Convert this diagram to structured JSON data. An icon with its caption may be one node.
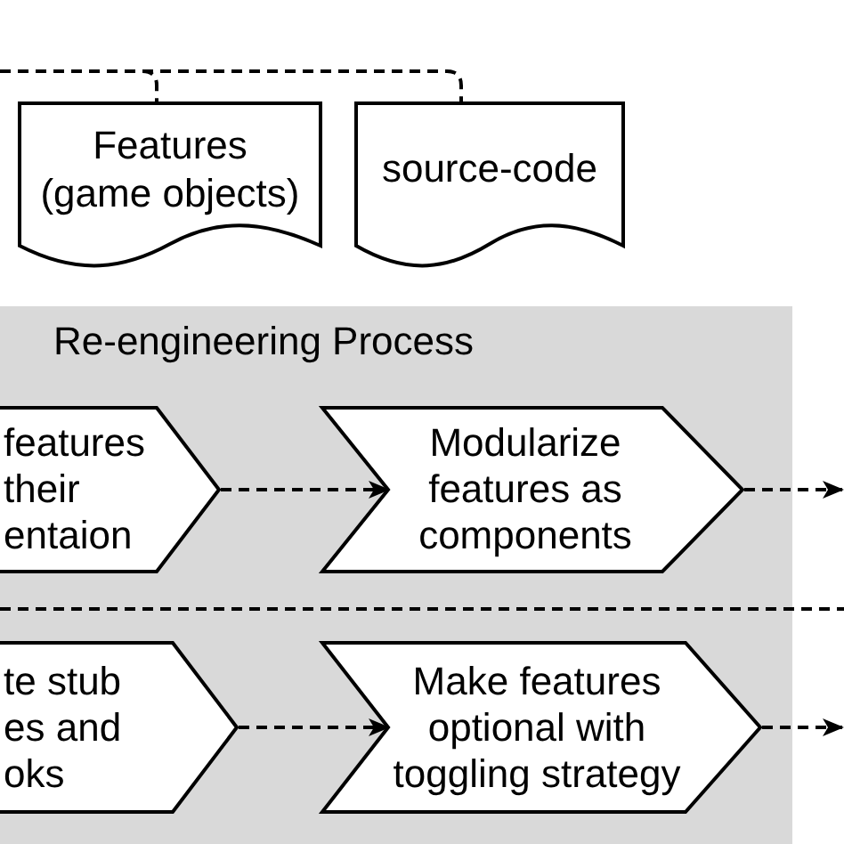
{
  "diagram": {
    "nodes": [
      {
        "text": [
          "Features (game objects)"
        ]
      },
      {
        "text": [
          "source-code"
        ]
      },
      {
        "text": [
          "Re-engineering Process"
        ]
      },
      {
        "text": [
          "features their entaion"
        ],
        "in": 2
      },
      {
        "text": [
          "Modularize features as components"
        ],
        "in": 2
      },
      {
        "text": [
          "te stub es and oks"
        ],
        "in": 2
      },
      {
        "text": [
          "Make features optional with toggling strategy"
        ],
        "in": 2
      }
    ],
    "edges": [
      {
        "from": 0,
        "to": null,
        "arrow": "none",
        "style": "dashed"
      },
      {
        "from": 1,
        "to": null,
        "arrow": "none",
        "style": "dashed"
      },
      {
        "from": 3,
        "to": 4,
        "arrow": "to",
        "style": "dashed"
      },
      {
        "from": 4,
        "to": null,
        "arrow": "to",
        "style": "dashed"
      },
      {
        "from": 5,
        "to": 6,
        "arrow": "to",
        "style": "dashed"
      },
      {
        "from": 6,
        "to": null,
        "arrow": "to",
        "style": "dashed"
      }
    ]
  }
}
